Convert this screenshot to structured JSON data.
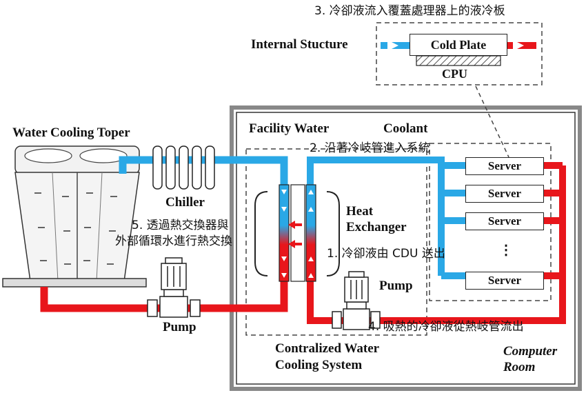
{
  "labels": {
    "step3": "3. 冷卻液流入覆蓋處理器上的液冷板",
    "internal_structure": "Internal Stucture",
    "cold_plate": "Cold Plate",
    "cpu": "CPU",
    "water_cooling_tower": "Water Cooling Toper",
    "facility_water": "Facility Water",
    "coolant": "Coolant",
    "step2": "2. 沿著冷岐管進入系統",
    "chiller": "Chiller",
    "step5_line1": "5. 透過熱交換器與",
    "step5_line2": "外部循環水進行熱交換",
    "heat_exchanger_line1": "Heat",
    "heat_exchanger_line2": "Exchanger",
    "step1": "1. 冷卻液由 CDU 送出",
    "pump_inner": "Pump",
    "pump_outer": "Pump",
    "step4": "4. 吸熱的冷卻液從熱岐管流出",
    "cdu_line1": "Contralized Water",
    "cdu_line2": "Cooling System",
    "room_line1": "Computer",
    "room_line2": "Room",
    "servers": [
      "Server",
      "Server",
      "Server",
      "Server"
    ],
    "ellipsis": "⋮"
  },
  "colors": {
    "cold_water": "#2aa8e6",
    "hot_water": "#e8161b",
    "outline": "#222222",
    "dashed": "#444444"
  }
}
